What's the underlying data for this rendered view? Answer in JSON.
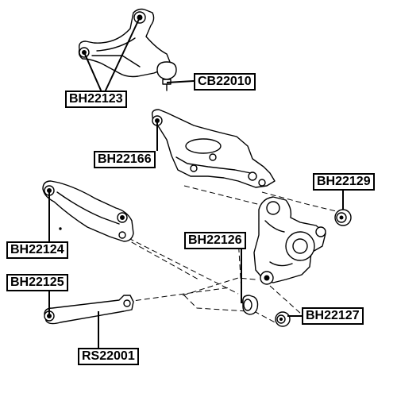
{
  "colors": {
    "ink": "#000000",
    "background": "#ffffff"
  },
  "parts": {
    "cb22010": "CB22010",
    "bh22123": "BH22123",
    "bh22166": "BH22166",
    "bh22129": "BH22129",
    "bh22126": "BH22126",
    "bh22124": "BH22124",
    "bh22125": "BH22125",
    "bh22127": "BH22127",
    "rs22001": "RS22001"
  }
}
